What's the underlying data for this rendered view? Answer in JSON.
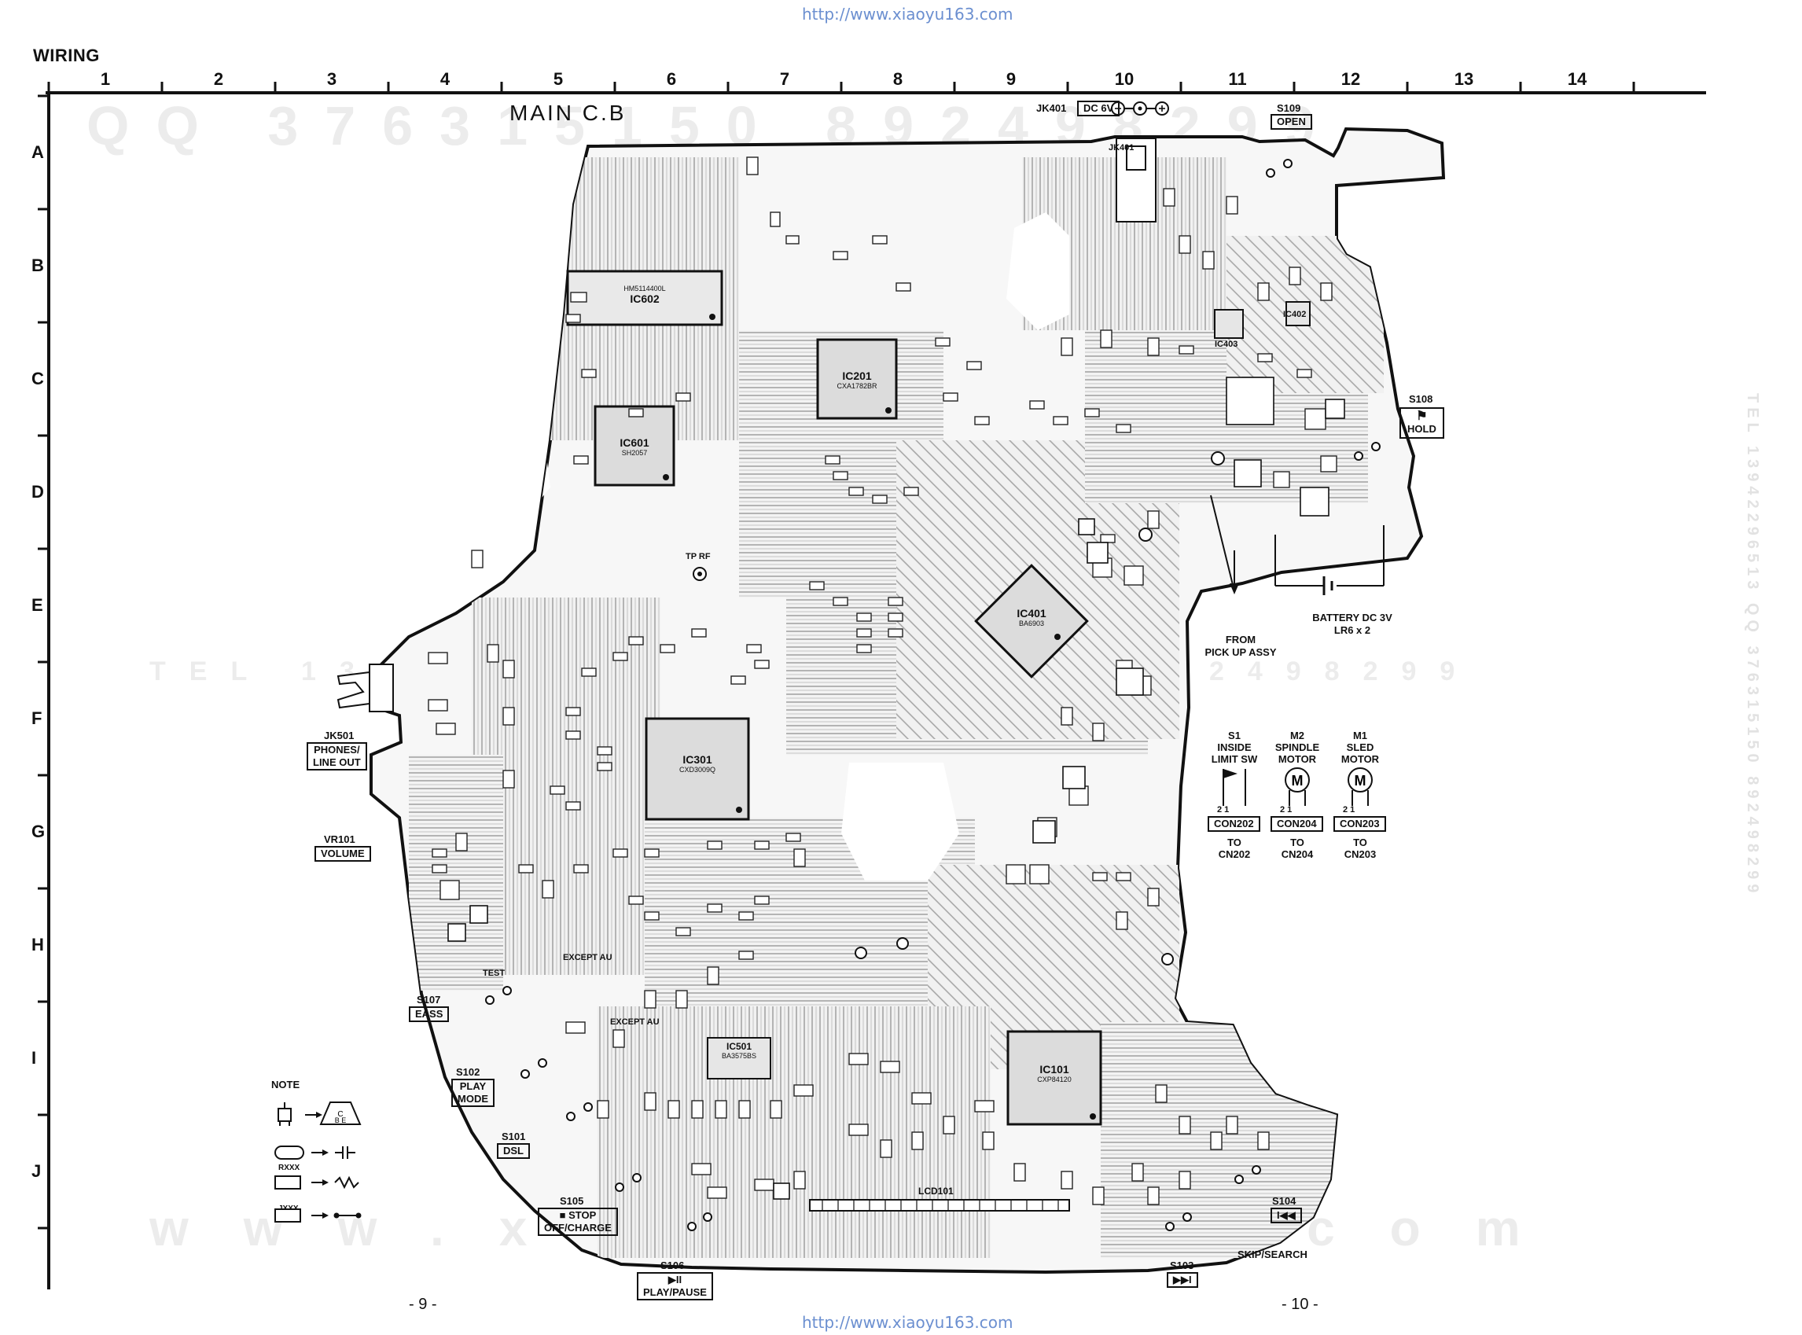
{
  "header": {
    "url_top": "http://www.xiaoyu163.com",
    "url_bottom": "http://www.xiaoyu163.com",
    "section_title": "WIRING",
    "board_title": "MAIN C.B"
  },
  "grid": {
    "columns": [
      "1",
      "2",
      "3",
      "4",
      "5",
      "6",
      "7",
      "8",
      "9",
      "10",
      "11",
      "12",
      "13",
      "14"
    ],
    "rows": [
      "A",
      "B",
      "C",
      "D",
      "E",
      "F",
      "G",
      "H",
      "I",
      "J"
    ]
  },
  "watermarks": {
    "row1": "QQ 376315150 892498299",
    "row2": "TEL 13942296513 376315150 892498299",
    "row3": "www.xiaoyu163.com",
    "side": "TEL 13942296513 QQ 376315150 892498299"
  },
  "ics": [
    {
      "ref": "IC602",
      "part": "HM5114400L"
    },
    {
      "ref": "IC601",
      "part": "SH2057"
    },
    {
      "ref": "IC201",
      "part": "CXA1782BR"
    },
    {
      "ref": "IC401",
      "part": "BA6903"
    },
    {
      "ref": "IC301",
      "part": "CXD3009Q"
    },
    {
      "ref": "IC101",
      "part": "CXP84120"
    },
    {
      "ref": "IC501",
      "part": "BA3575BS"
    },
    {
      "ref": "IC403",
      "part": ""
    },
    {
      "ref": "IC402",
      "part": ""
    }
  ],
  "labels": {
    "jk401": "JK401",
    "dc6v": "DC 6V",
    "s109": "S109",
    "open": "OPEN",
    "s108": "S108",
    "hold": "HOLD",
    "battery": "BATTERY DC 3V",
    "battery2": "LR6 x 2",
    "from_pickup": "FROM",
    "from_pickup2": "PICK UP ASSY",
    "jk501": "JK501",
    "phones": "PHONES/",
    "line_out": "LINE OUT",
    "vr101": "VR101",
    "volume": "VOLUME",
    "s107": "S107",
    "eass": "EASS",
    "s102": "S102",
    "play": "PLAY",
    "mode": "MODE",
    "s101": "S101",
    "dsl": "DSL",
    "s105": "S105",
    "stop": "■ STOP",
    "off_charge": "OFF/CHARGE",
    "s106": "S106",
    "play_pause_sym": "▶II",
    "play_pause": "PLAY/PAUSE",
    "s104": "S104",
    "s104_sym": "I◀◀",
    "skip_search": "SKIP/SEARCH",
    "s103": "S103",
    "s103_sym": "▶▶I",
    "lcd101": "LCD101",
    "except_au": "EXCEPT AU",
    "test": "TEST",
    "tp_rf": "TP RF",
    "note": "NOTE",
    "rxxx": "RXXX",
    "jxxx": "JXXX"
  },
  "connectors": [
    {
      "name": "S1",
      "desc1": "INSIDE",
      "desc2": "LIMIT SW",
      "con": "CON202",
      "to": "CN202"
    },
    {
      "name": "M2",
      "desc1": "SPINDLE",
      "desc2": "MOTOR",
      "con": "CON204",
      "to": "CN204"
    },
    {
      "name": "M1",
      "desc1": "SLED",
      "desc2": "MOTOR",
      "con": "CON203",
      "to": "CN203"
    }
  ],
  "connector_text": {
    "to": "TO",
    "pins": "2  1"
  },
  "page_numbers": {
    "left": "- 9 -",
    "right": "- 10 -"
  }
}
